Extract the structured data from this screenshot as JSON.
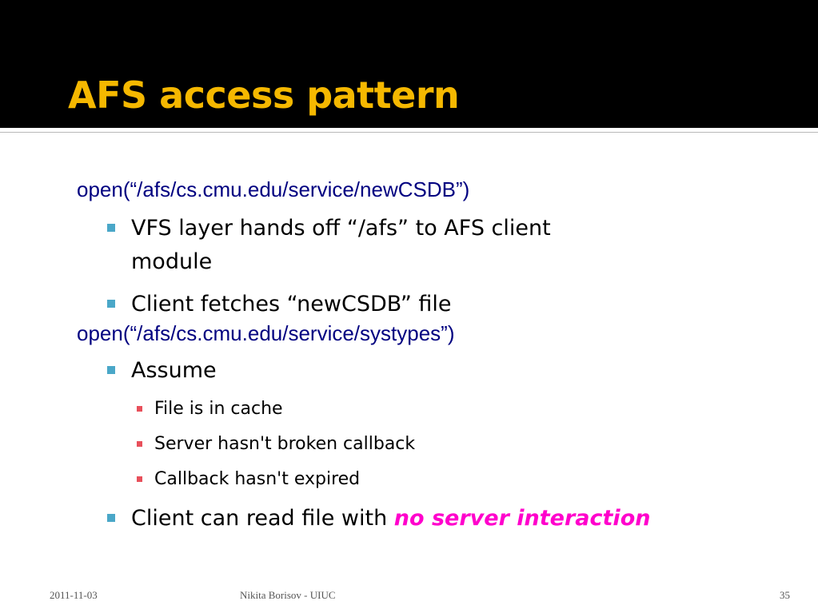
{
  "slide": {
    "title": "AFS access pattern",
    "code_line_1": "open(“/afs/cs.cmu.edu/service/newCSDB”)",
    "bullets_1": [
      {
        "line1": "VFS layer hands off “/afs” to AFS client",
        "line2": "module"
      },
      {
        "line1": "Client fetches “newCSDB” file"
      }
    ],
    "code_line_2": "open(“/afs/cs.cmu.edu/service/systypes”)",
    "assume_label": "Assume",
    "sub_bullets": [
      "File is in cache",
      "Server hasn't broken callback",
      "Callback hasn't expired"
    ],
    "final_bullet": {
      "text": "Client can read file with ",
      "emphasis": "no server interaction"
    }
  },
  "footer": {
    "date": "2011-11-03",
    "author": "Nikita Borisov - UIUC",
    "page_number": "35"
  },
  "colors": {
    "title_band": "#000000",
    "title_text": "#f5b800",
    "code_text": "#000080",
    "bullet_marker": "#4aa7c8",
    "sub_bullet_marker": "#e8505b",
    "emphasis": "#ff00cc"
  }
}
